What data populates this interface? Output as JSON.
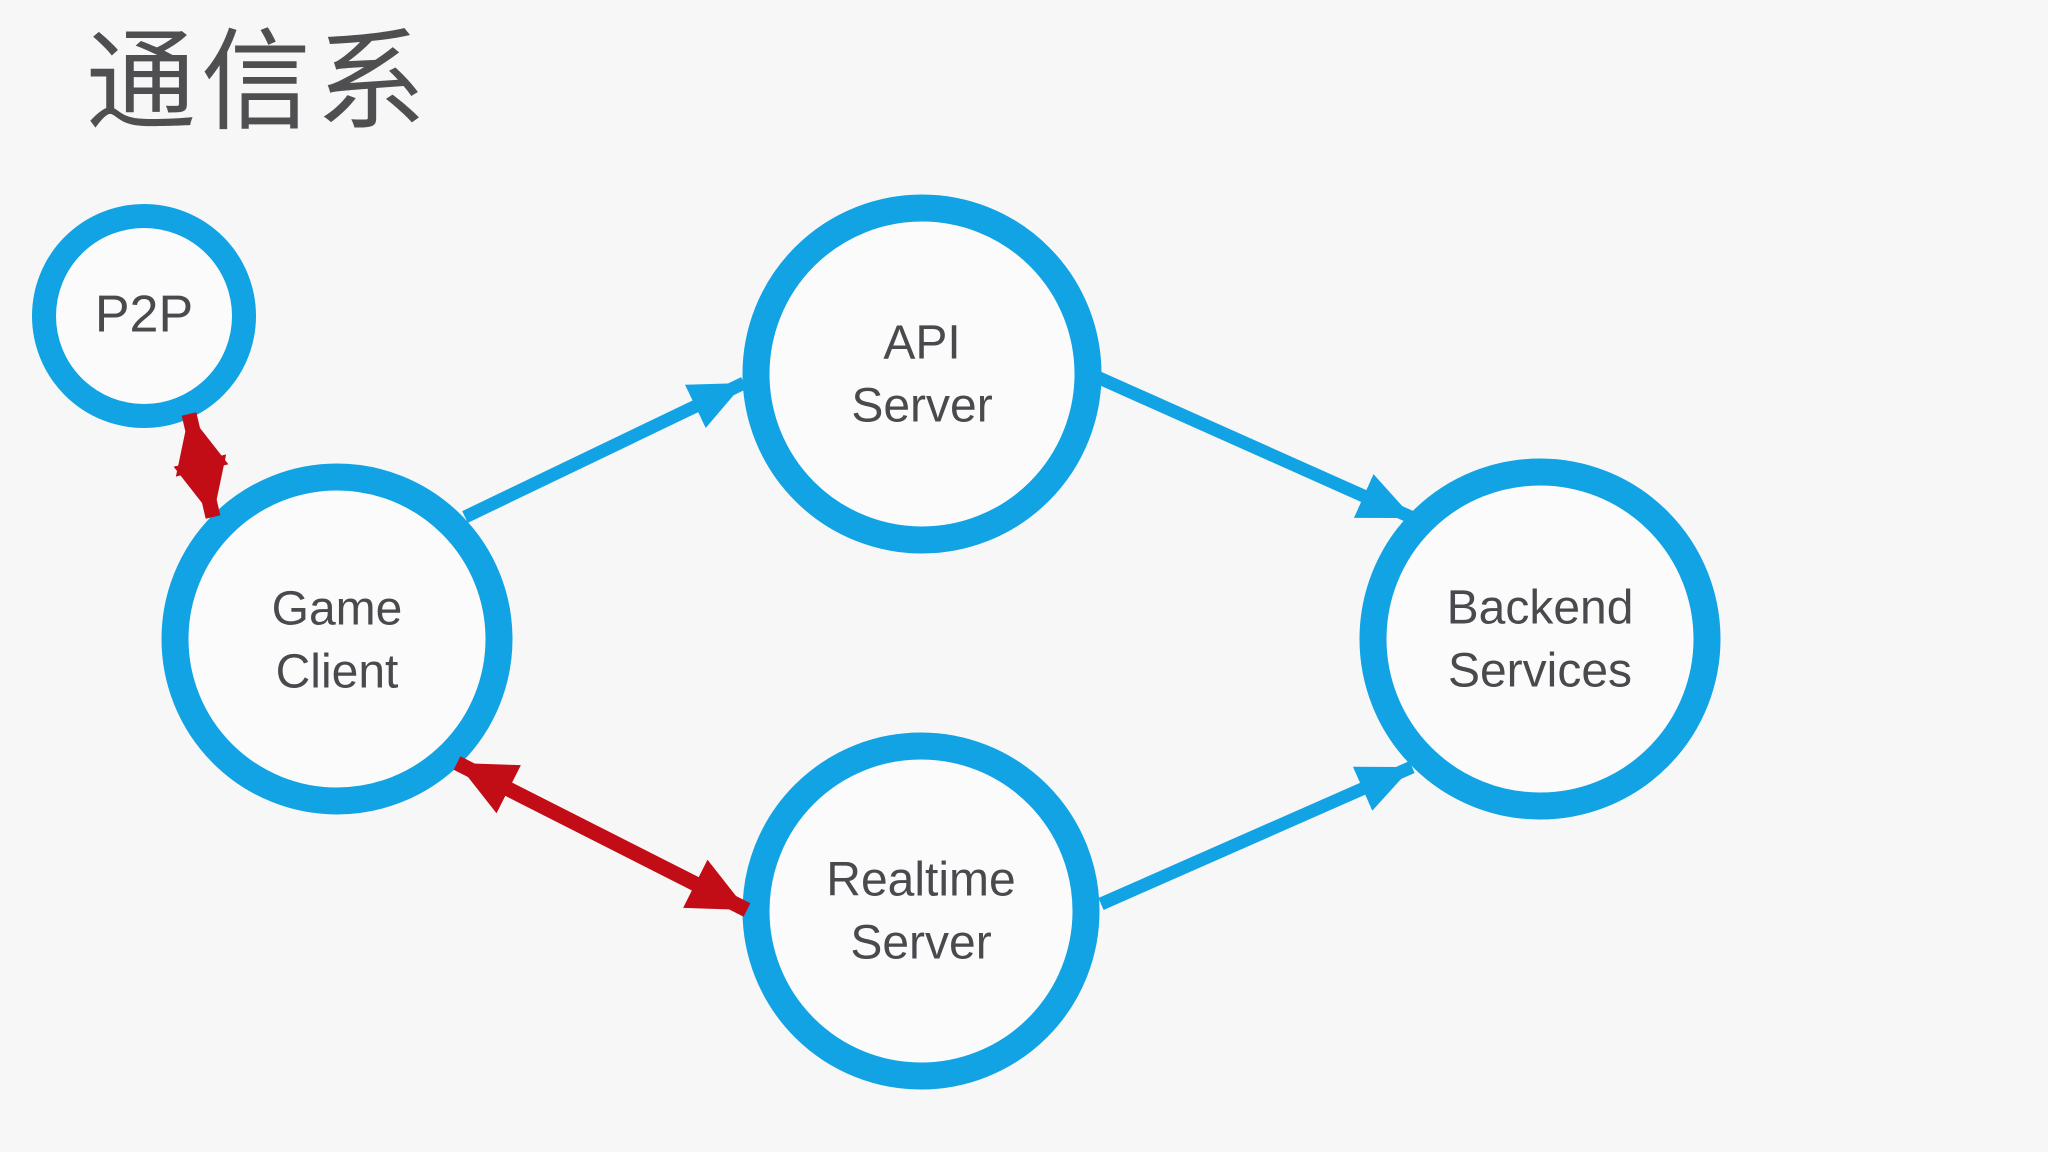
{
  "slide": {
    "title": "通信系",
    "background": "#F7F7F8"
  },
  "colors": {
    "node_ring": "#11A3E4",
    "node_fill": "#FBFBFC",
    "arrow_blue": "#11A3E4",
    "arrow_red": "#C20D17",
    "label_text": "#4A4A4E",
    "title_text": "#4F4F52"
  },
  "nodes": [
    {
      "id": "p2p",
      "label": "P2P"
    },
    {
      "id": "game-client",
      "label": "Game\nClient"
    },
    {
      "id": "api-server",
      "label": "API\nServer"
    },
    {
      "id": "realtime-server",
      "label": "Realtime\nServer"
    },
    {
      "id": "backend-services",
      "label": "Backend\nServices"
    }
  ],
  "edges": [
    {
      "from": "game-client",
      "to": "api-server",
      "direction": "one-way",
      "color": "blue"
    },
    {
      "from": "api-server",
      "to": "backend-services",
      "direction": "one-way",
      "color": "blue"
    },
    {
      "from": "realtime-server",
      "to": "backend-services",
      "direction": "one-way",
      "color": "blue"
    },
    {
      "from": "p2p",
      "to": "game-client",
      "direction": "two-way",
      "color": "red"
    },
    {
      "from": "game-client",
      "to": "realtime-server",
      "direction": "two-way",
      "color": "red"
    }
  ]
}
